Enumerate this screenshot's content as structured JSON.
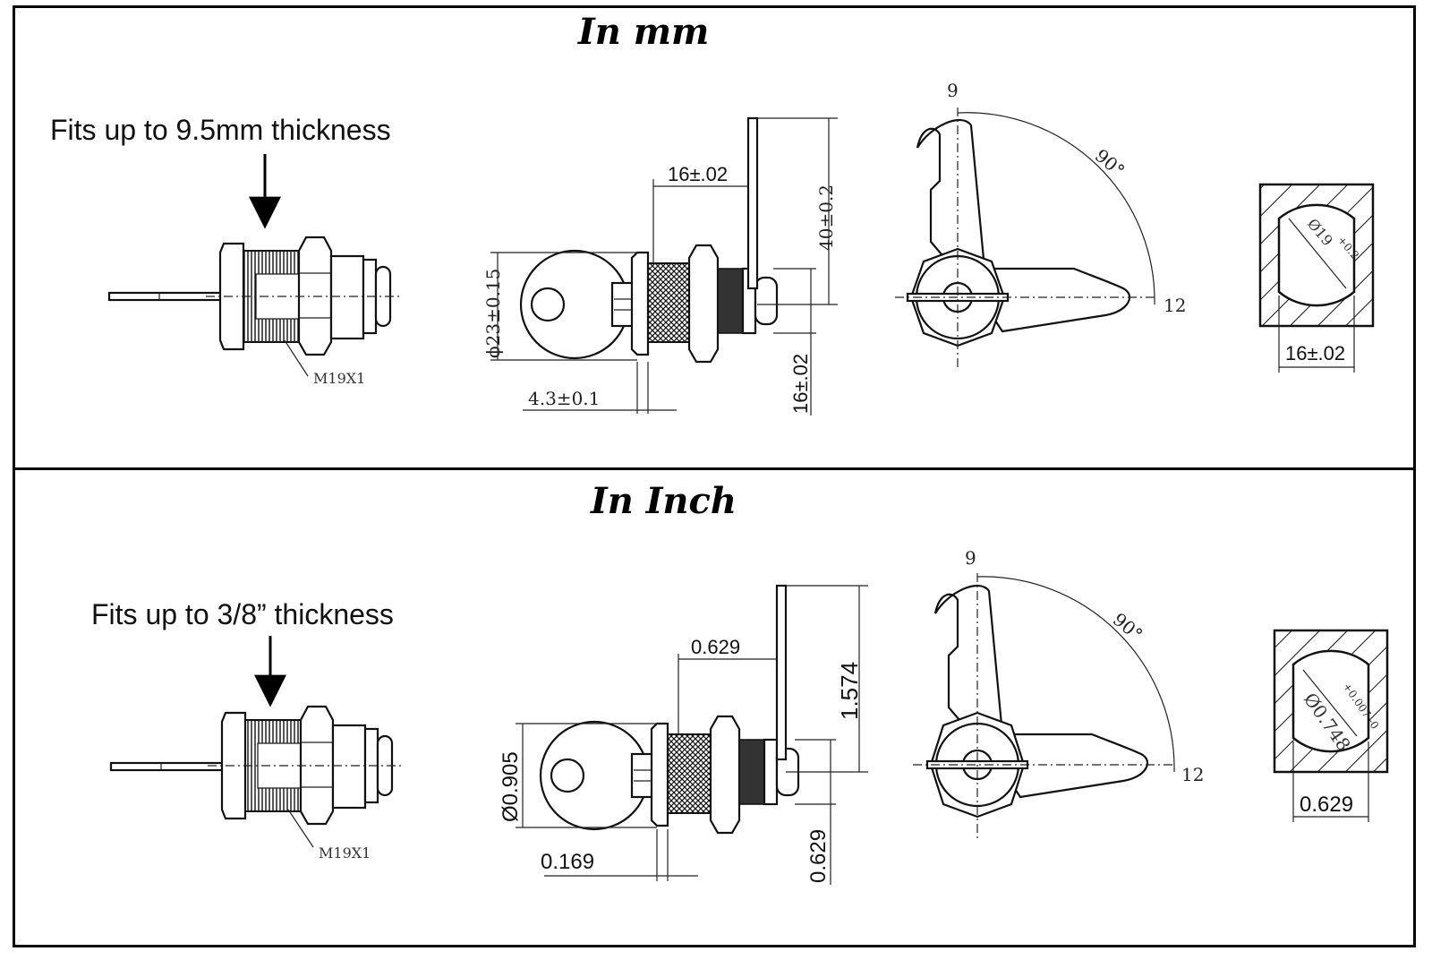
{
  "sections": [
    {
      "title": "In mm",
      "fit_label": "Fits up to 9.5mm thickness",
      "thread_label": "M19X1",
      "dim_top": "16±.02",
      "dim_height": "40±0.2",
      "dim_diameter": "ϕ23±0.15",
      "dim_offset": "4.3±0.1",
      "dim_bottom": "16±.02",
      "angle_label": "90°",
      "pos_start": "9",
      "pos_end": "12",
      "cutout_diameter": "Ø19",
      "cutout_tol": "+0.2",
      "cutout_width": "16±.02"
    },
    {
      "title": "In Inch",
      "fit_label": "Fits up to 3/8” thickness",
      "thread_label": "M19X1",
      "dim_top": "0.629",
      "dim_height": "1.574",
      "dim_diameter": "Ø0.905",
      "dim_offset": "0.169",
      "dim_bottom": "0.629",
      "angle_label": "90°",
      "pos_start": "9",
      "pos_end": "12",
      "cutout_diameter": "Ø0.748",
      "cutout_tol": "+0.007 -0",
      "cutout_width": "0.629"
    }
  ]
}
